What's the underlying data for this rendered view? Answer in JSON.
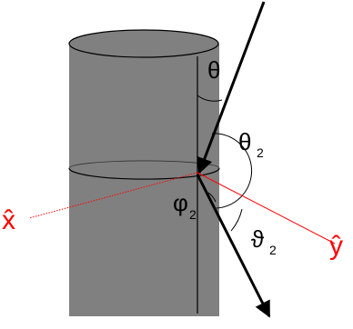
{
  "labels": {
    "theta": "θ",
    "theta2_main": "θ",
    "theta2_sub": "2",
    "phi2_main": "φ",
    "phi2_sub": "2",
    "vartheta2_main": "ϑ",
    "vartheta2_sub": "2",
    "x_hat": "x̂",
    "y_hat": "ŷ"
  },
  "colors": {
    "cylinder_fill": "#808080",
    "outline": "#000000",
    "axes": "#ff0000",
    "background": "#ffffff"
  }
}
